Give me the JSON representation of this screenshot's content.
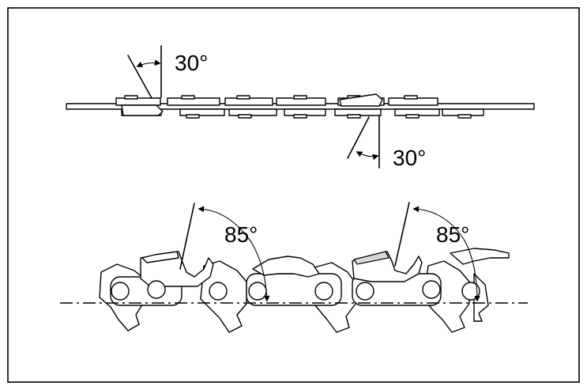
{
  "angles": {
    "top_side_plate": "30°",
    "top_gauge": "30°",
    "cutter_left": "85°",
    "cutter_right": "85°"
  },
  "colors": {
    "ink": "#000000",
    "background": "#ffffff",
    "shade": "#d9d9d9"
  }
}
